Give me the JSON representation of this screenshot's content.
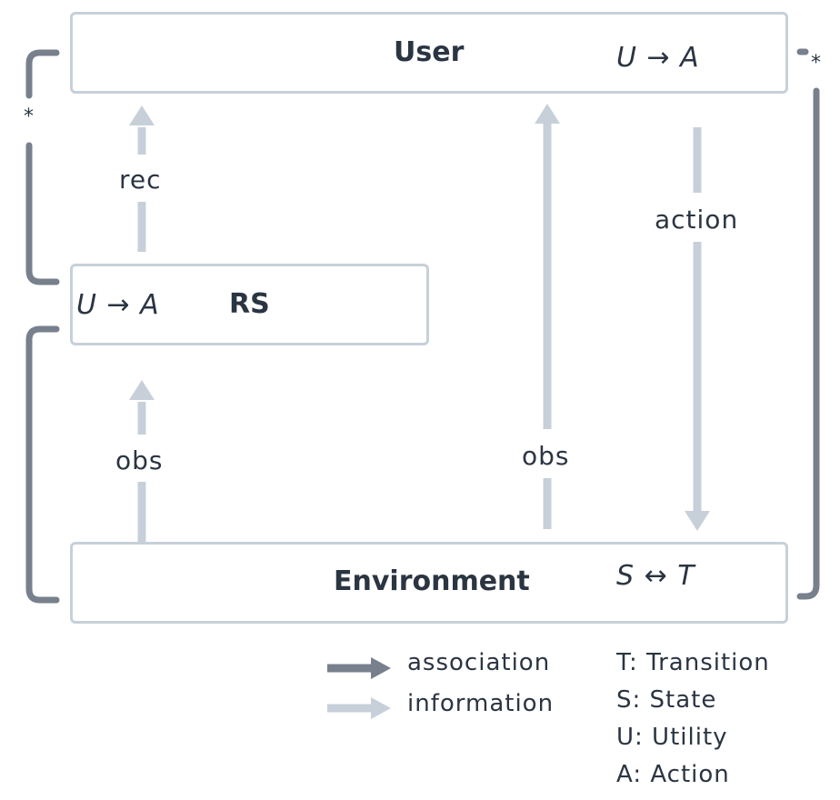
{
  "nodes": {
    "user": {
      "label": "User",
      "formula": "U → A"
    },
    "rs": {
      "label": "RS",
      "formula": "U → A"
    },
    "environment": {
      "label": "Environment",
      "formula": "S ↔ T"
    }
  },
  "edges": {
    "rec": "rec",
    "obs_to_rs": "obs",
    "obs_to_user": "obs",
    "action": "action"
  },
  "multiplicity": {
    "left": "*",
    "right": "*"
  },
  "legend": {
    "association": "association",
    "information": "information"
  },
  "key": [
    "T: Transition",
    "S: State",
    "U: Utility",
    "A: Action"
  ],
  "colors": {
    "association": "#77808c",
    "information": "#c7d0d9",
    "box_border": "#c7d0d9",
    "text": "#2b3542"
  }
}
